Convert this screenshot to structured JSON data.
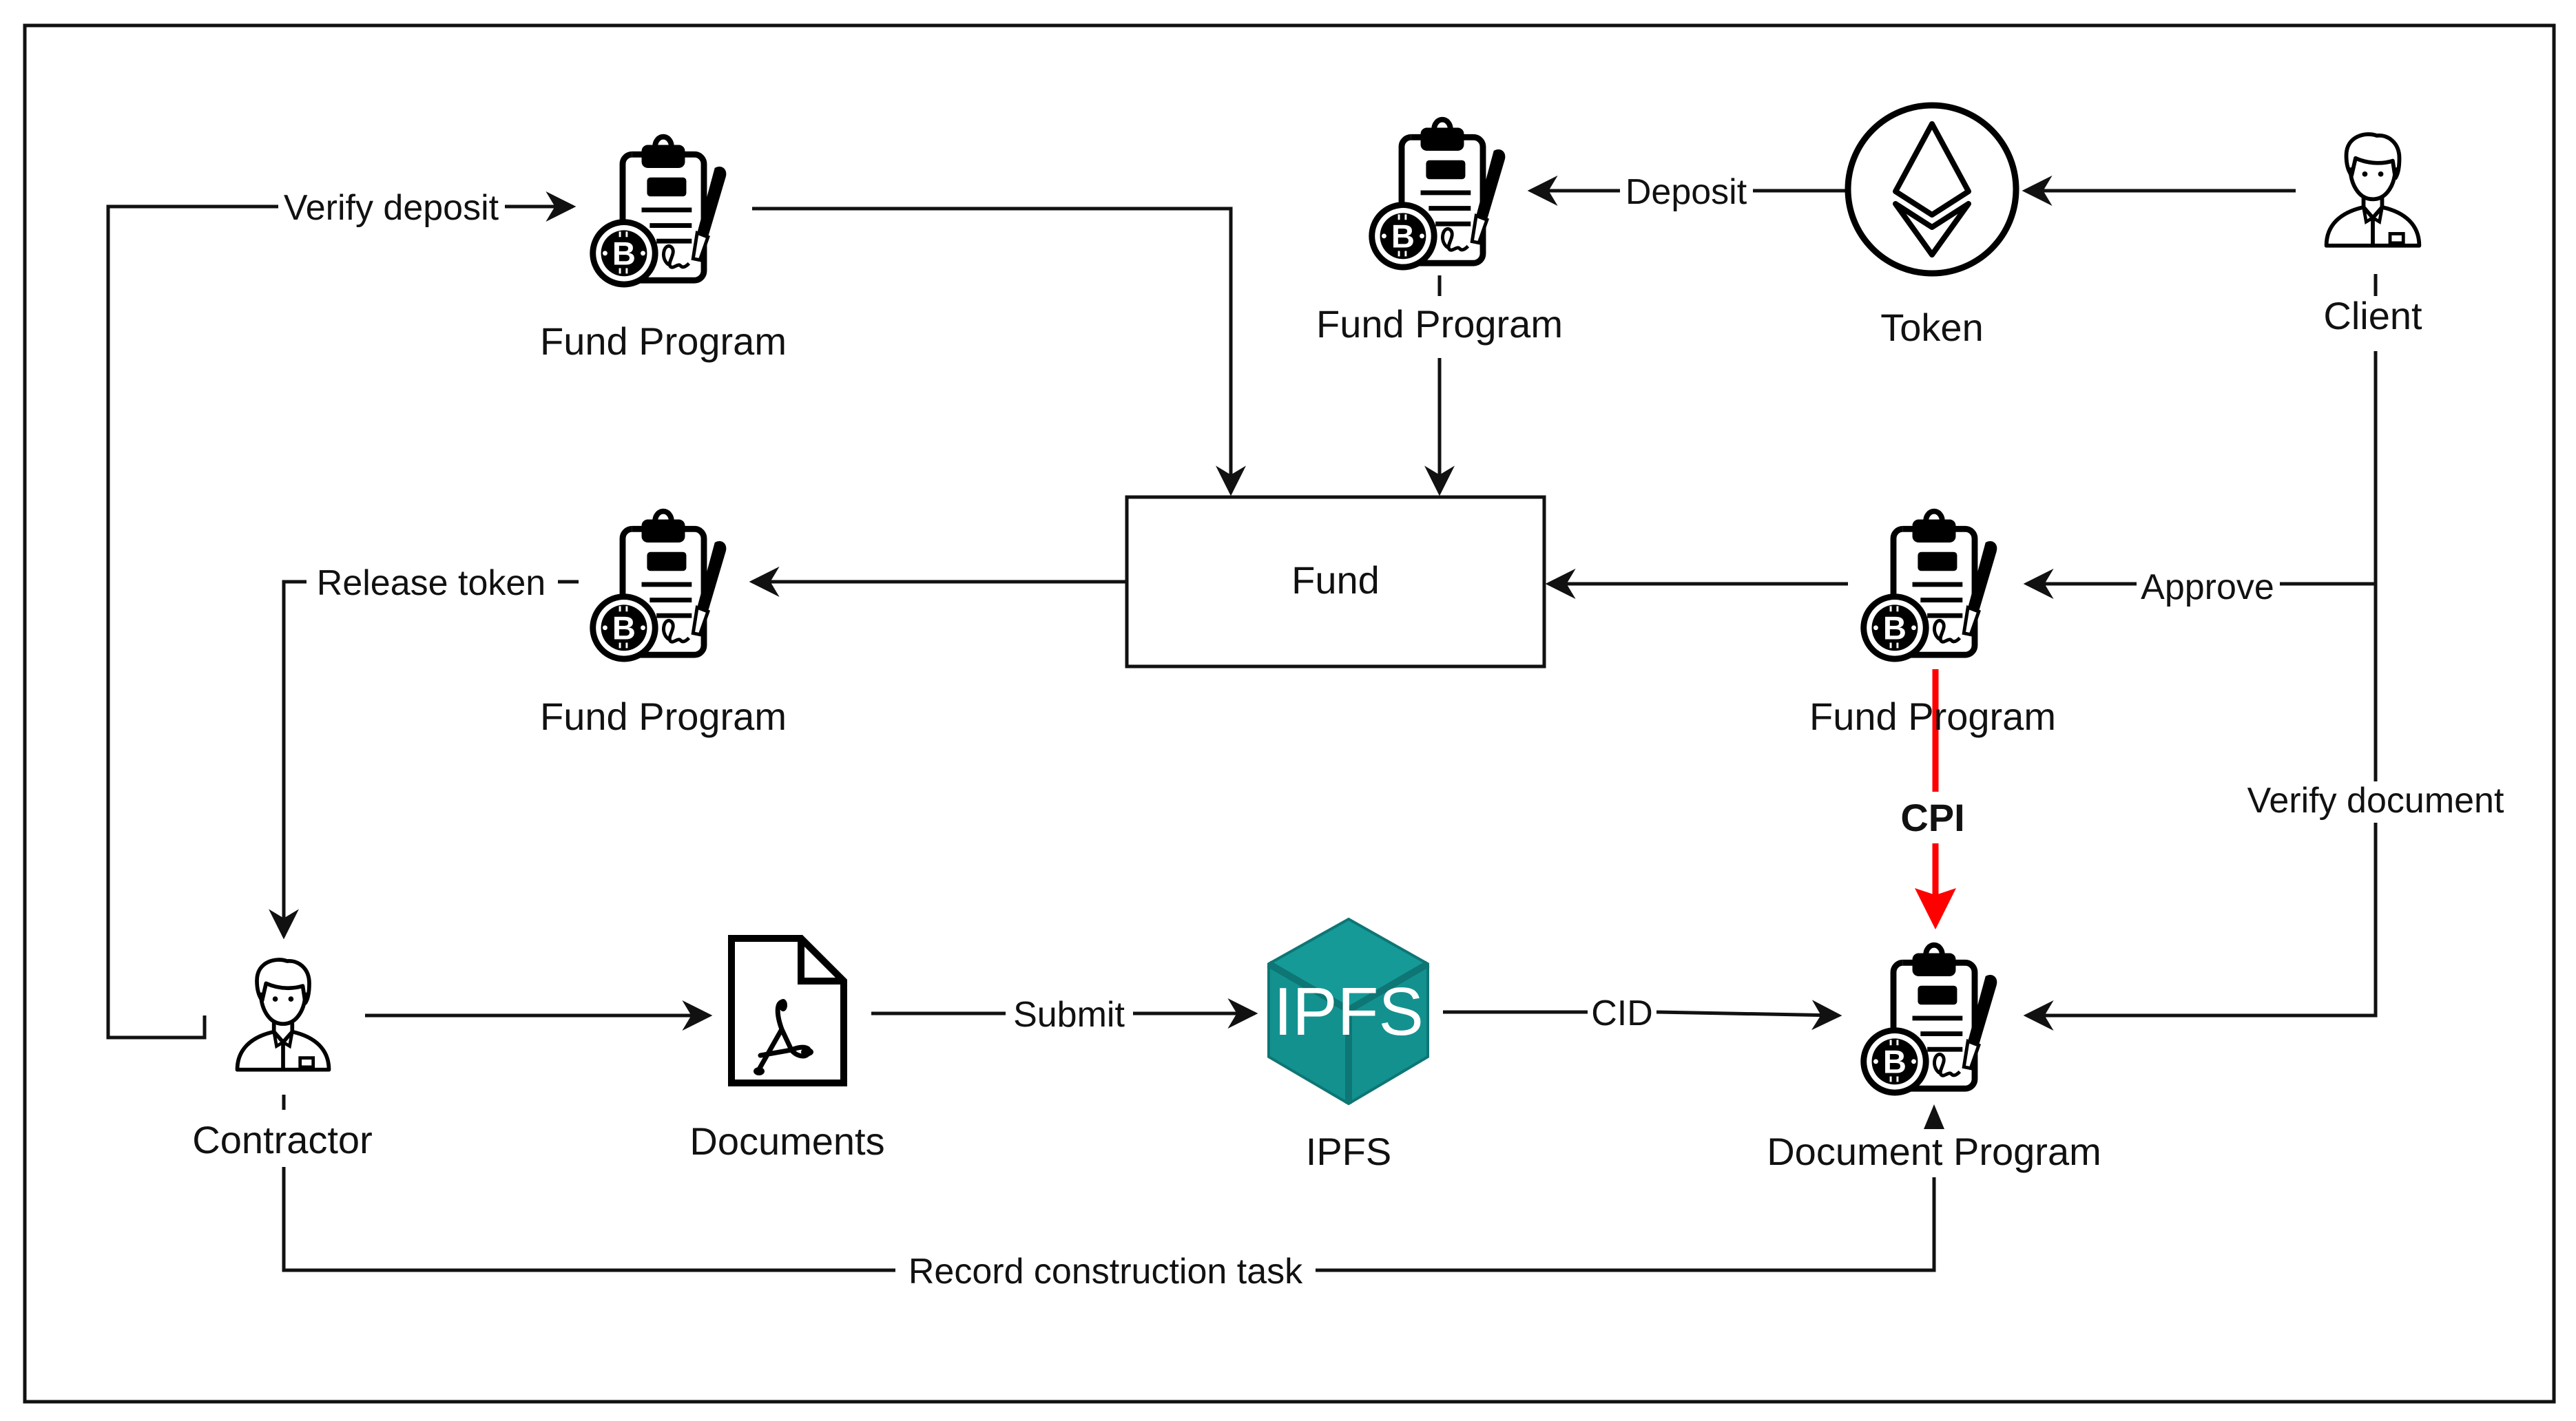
{
  "diagram": {
    "nodes": {
      "fund_program_top_left": {
        "label": "Fund Program",
        "icon": "contract-bitcoin-icon"
      },
      "fund_program_top_mid": {
        "label": "Fund Program",
        "icon": "contract-bitcoin-icon"
      },
      "token": {
        "label": "Token",
        "icon": "ethereum-icon"
      },
      "client": {
        "label": "Client",
        "icon": "user-icon"
      },
      "fund": {
        "label": "Fund"
      },
      "fund_program_mid_left": {
        "label": "Fund Program",
        "icon": "contract-bitcoin-icon"
      },
      "fund_program_mid_right": {
        "label": "Fund Program",
        "icon": "contract-bitcoin-icon"
      },
      "contractor": {
        "label": "Contractor",
        "icon": "user-icon"
      },
      "documents": {
        "label": "Documents",
        "icon": "pdf-file-icon"
      },
      "ipfs": {
        "label": "IPFS",
        "icon": "ipfs-logo-icon",
        "logo_text": "IPFS"
      },
      "document_program": {
        "label": "Document Program",
        "icon": "contract-bitcoin-icon"
      }
    },
    "edges": {
      "verify_deposit": {
        "label": "Verify deposit",
        "from": "contractor",
        "to": "fund_program_top_left"
      },
      "deposit": {
        "label": "Deposit",
        "from": "token",
        "to": "fund_program_top_mid"
      },
      "client_to_token": {
        "label": "",
        "from": "client",
        "to": "token"
      },
      "fp_top_left_to_fund": {
        "label": "",
        "from": "fund_program_top_left",
        "to": "fund"
      },
      "fp_top_mid_to_fund": {
        "label": "",
        "from": "fund_program_top_mid",
        "to": "fund"
      },
      "fund_to_fp_mid_left": {
        "label": "",
        "from": "fund",
        "to": "fund_program_mid_left"
      },
      "fp_mid_right_to_fund": {
        "label": "",
        "from": "fund_program_mid_right",
        "to": "fund"
      },
      "approve": {
        "label": "Approve",
        "from": "client",
        "to": "fund_program_mid_right"
      },
      "release_token": {
        "label": "Release token",
        "from": "fund_program_mid_left",
        "to": "contractor"
      },
      "cpi": {
        "label": "CPI",
        "from": "fund_program_mid_right",
        "to": "document_program",
        "color": "#ff0000"
      },
      "verify_document": {
        "label": "Verify document",
        "from": "client",
        "to": "document_program"
      },
      "contractor_to_documents": {
        "label": "",
        "from": "contractor",
        "to": "documents"
      },
      "submit": {
        "label": "Submit",
        "from": "documents",
        "to": "ipfs"
      },
      "cid": {
        "label": "CID",
        "from": "ipfs",
        "to": "document_program"
      },
      "record_construction_task": {
        "label": "Record construction task",
        "from": "contractor",
        "to": "document_program"
      }
    },
    "colors": {
      "line": "#111111",
      "cpi_arrow": "#ff0000",
      "ipfs_teal": "#13918f",
      "ipfs_teal_dark": "#0e7674"
    }
  }
}
